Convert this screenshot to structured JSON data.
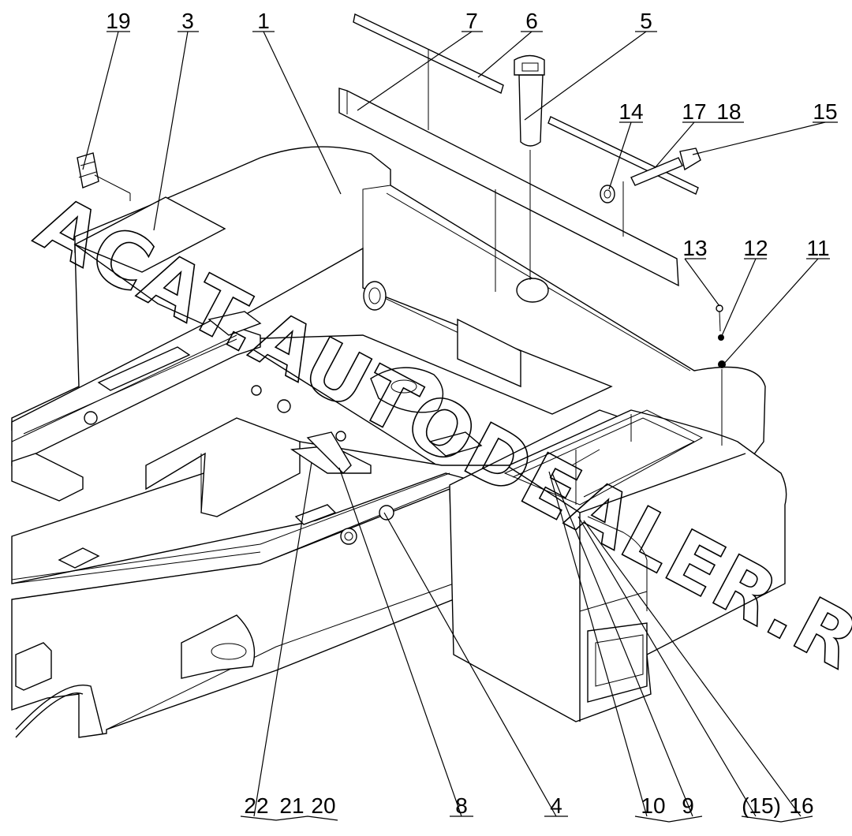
{
  "watermark": "ACAT.AUTODEALER.RU",
  "callouts": [
    {
      "id": "19",
      "label": "19"
    },
    {
      "id": "3",
      "label": "3"
    },
    {
      "id": "1",
      "label": "1"
    },
    {
      "id": "7",
      "label": "7"
    },
    {
      "id": "6",
      "label": "6"
    },
    {
      "id": "5",
      "label": "5"
    },
    {
      "id": "14",
      "label": "14"
    },
    {
      "id": "17",
      "label": "17"
    },
    {
      "id": "18",
      "label": "18"
    },
    {
      "id": "15",
      "label": "15"
    },
    {
      "id": "13",
      "label": "13"
    },
    {
      "id": "12",
      "label": "12"
    },
    {
      "id": "11",
      "label": "11"
    },
    {
      "id": "22",
      "label": "22"
    },
    {
      "id": "21",
      "label": "21"
    },
    {
      "id": "20",
      "label": "20"
    },
    {
      "id": "8",
      "label": "8"
    },
    {
      "id": "4",
      "label": "4"
    },
    {
      "id": "10",
      "label": "10"
    },
    {
      "id": "9",
      "label": "9"
    },
    {
      "id": "15b",
      "label": "(15)"
    },
    {
      "id": "16",
      "label": "16"
    }
  ]
}
